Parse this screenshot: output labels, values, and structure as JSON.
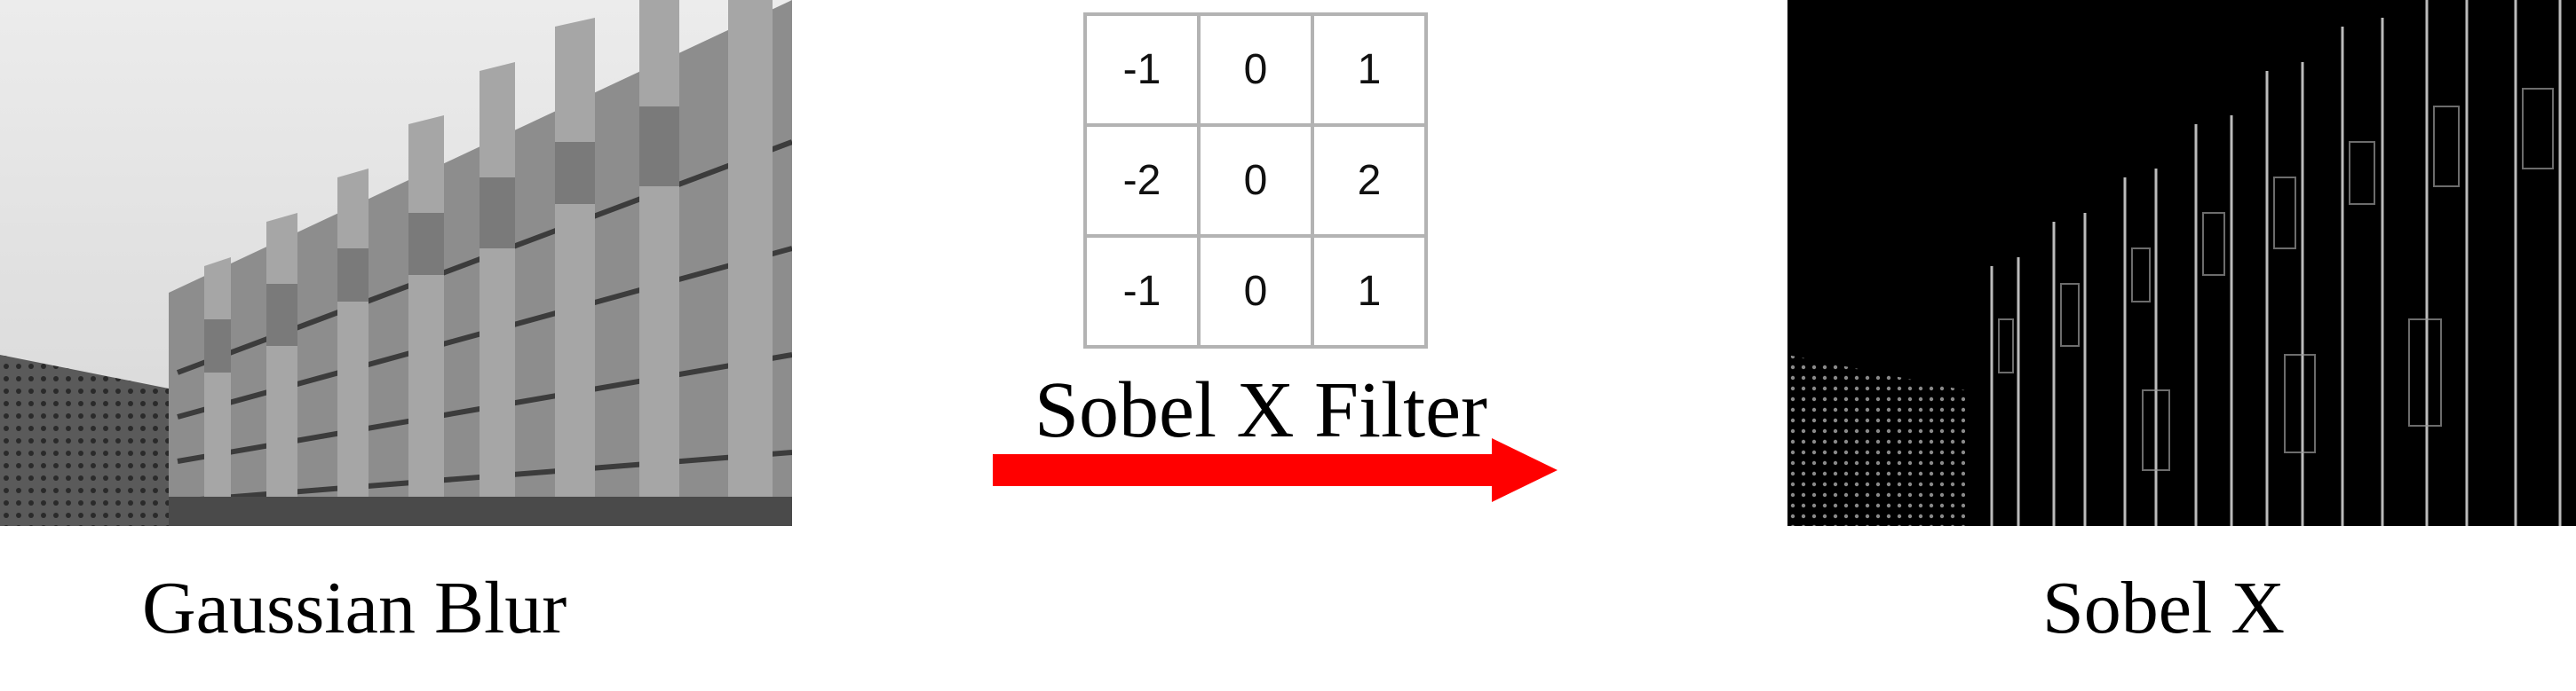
{
  "left_panel": {
    "caption": "Gaussian Blur"
  },
  "right_panel": {
    "caption": "Sobel X"
  },
  "kernel": {
    "rows": [
      [
        "-1",
        "0",
        "1"
      ],
      [
        "-2",
        "0",
        "2"
      ],
      [
        "-1",
        "0",
        "1"
      ]
    ]
  },
  "arrow": {
    "label": "Sobel X Filter",
    "color": "#ff0000"
  }
}
